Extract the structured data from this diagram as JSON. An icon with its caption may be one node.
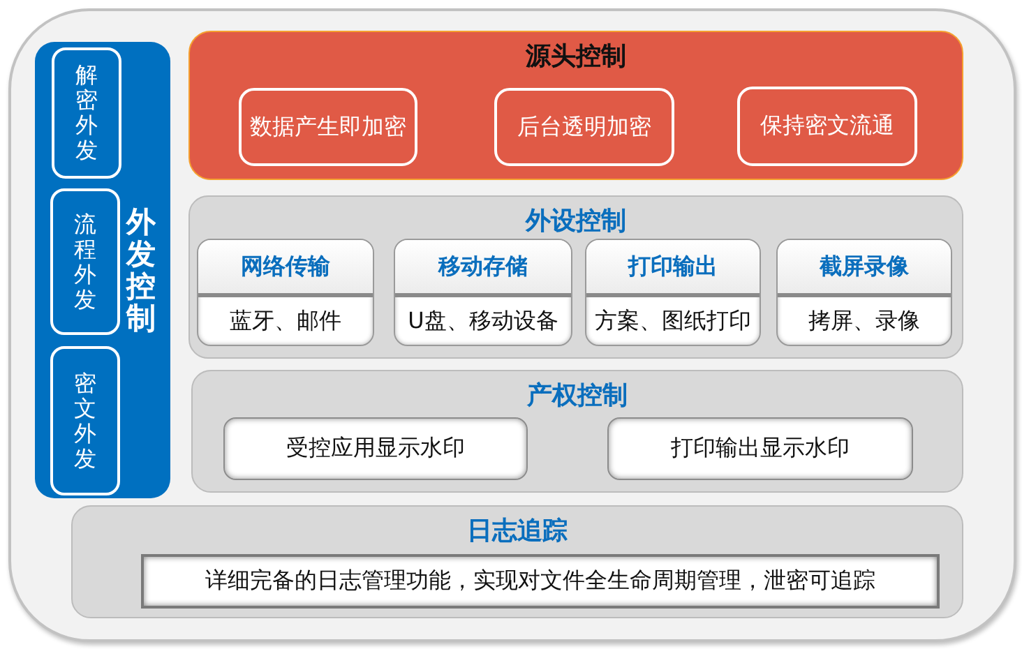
{
  "diagram": {
    "nodes": [
      {
        "text": [],
        "shape": "box"
      },
      {
        "text": [
          "外发控制"
        ],
        "in": 0
      },
      {
        "text": [
          "解密外发"
        ],
        "in": 1
      },
      {
        "text": [
          "流程外发"
        ],
        "in": 1
      },
      {
        "text": [
          "密文外发"
        ],
        "in": 1
      },
      {
        "text": [
          "源头控制"
        ],
        "in": 0
      },
      {
        "text": [
          "数据产生即加密"
        ],
        "in": 5
      },
      {
        "text": [
          "后台透明加密"
        ],
        "in": 5
      },
      {
        "text": [
          "保持密文流通"
        ],
        "in": 5
      },
      {
        "text": [
          "外设控制"
        ],
        "in": 0
      },
      {
        "text": [
          "网络传输",
          "蓝牙、邮件"
        ],
        "in": 9
      },
      {
        "text": [
          "移动存储",
          "U盘、移动设备"
        ],
        "in": 9
      },
      {
        "text": [
          "打印输出",
          "方案、图纸打印"
        ],
        "in": 9
      },
      {
        "text": [
          "截屏录像",
          "拷屏、录像"
        ],
        "in": 9
      },
      {
        "text": [
          "产权控制"
        ],
        "in": 0
      },
      {
        "text": [
          "受控应用显示水印"
        ],
        "in": 14
      },
      {
        "text": [
          "打印输出显示水印"
        ],
        "in": 14
      },
      {
        "text": [
          "日志追踪"
        ],
        "in": 0
      },
      {
        "text": [
          "详细完备的日志管理功能，实现对文件全生命周期管理，泄密可追踪"
        ],
        "in": 17
      }
    ]
  }
}
